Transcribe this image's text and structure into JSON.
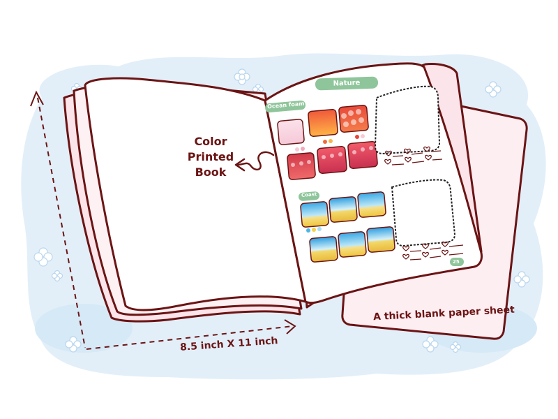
{
  "labels": {
    "book": [
      "Color",
      "Printed",
      "Book"
    ],
    "sheet": "A thick blank paper sheet",
    "size": "8.5 inch X 11 inch"
  },
  "page": {
    "title": "Nature",
    "sections": [
      "Ocean foam",
      "Coast"
    ],
    "page_number": "25"
  },
  "colors": {
    "outline": "#6b1414",
    "sky_blob": "#dcecf9",
    "paper_pink": "#fce8ec",
    "title_tab": "#8fc59a",
    "ocean_warm": [
      "#f9c9d6",
      "#f26b3a",
      "#e8453a",
      "#c9303f",
      "#d94158",
      "#b82c5a"
    ],
    "coast": [
      "#4db6e8",
      "#a7dff4",
      "#f3d24f",
      "#f7e38a"
    ]
  },
  "icons": [
    "cloud-icon",
    "heart-icon",
    "brush-icon",
    "number-badge-icon"
  ]
}
